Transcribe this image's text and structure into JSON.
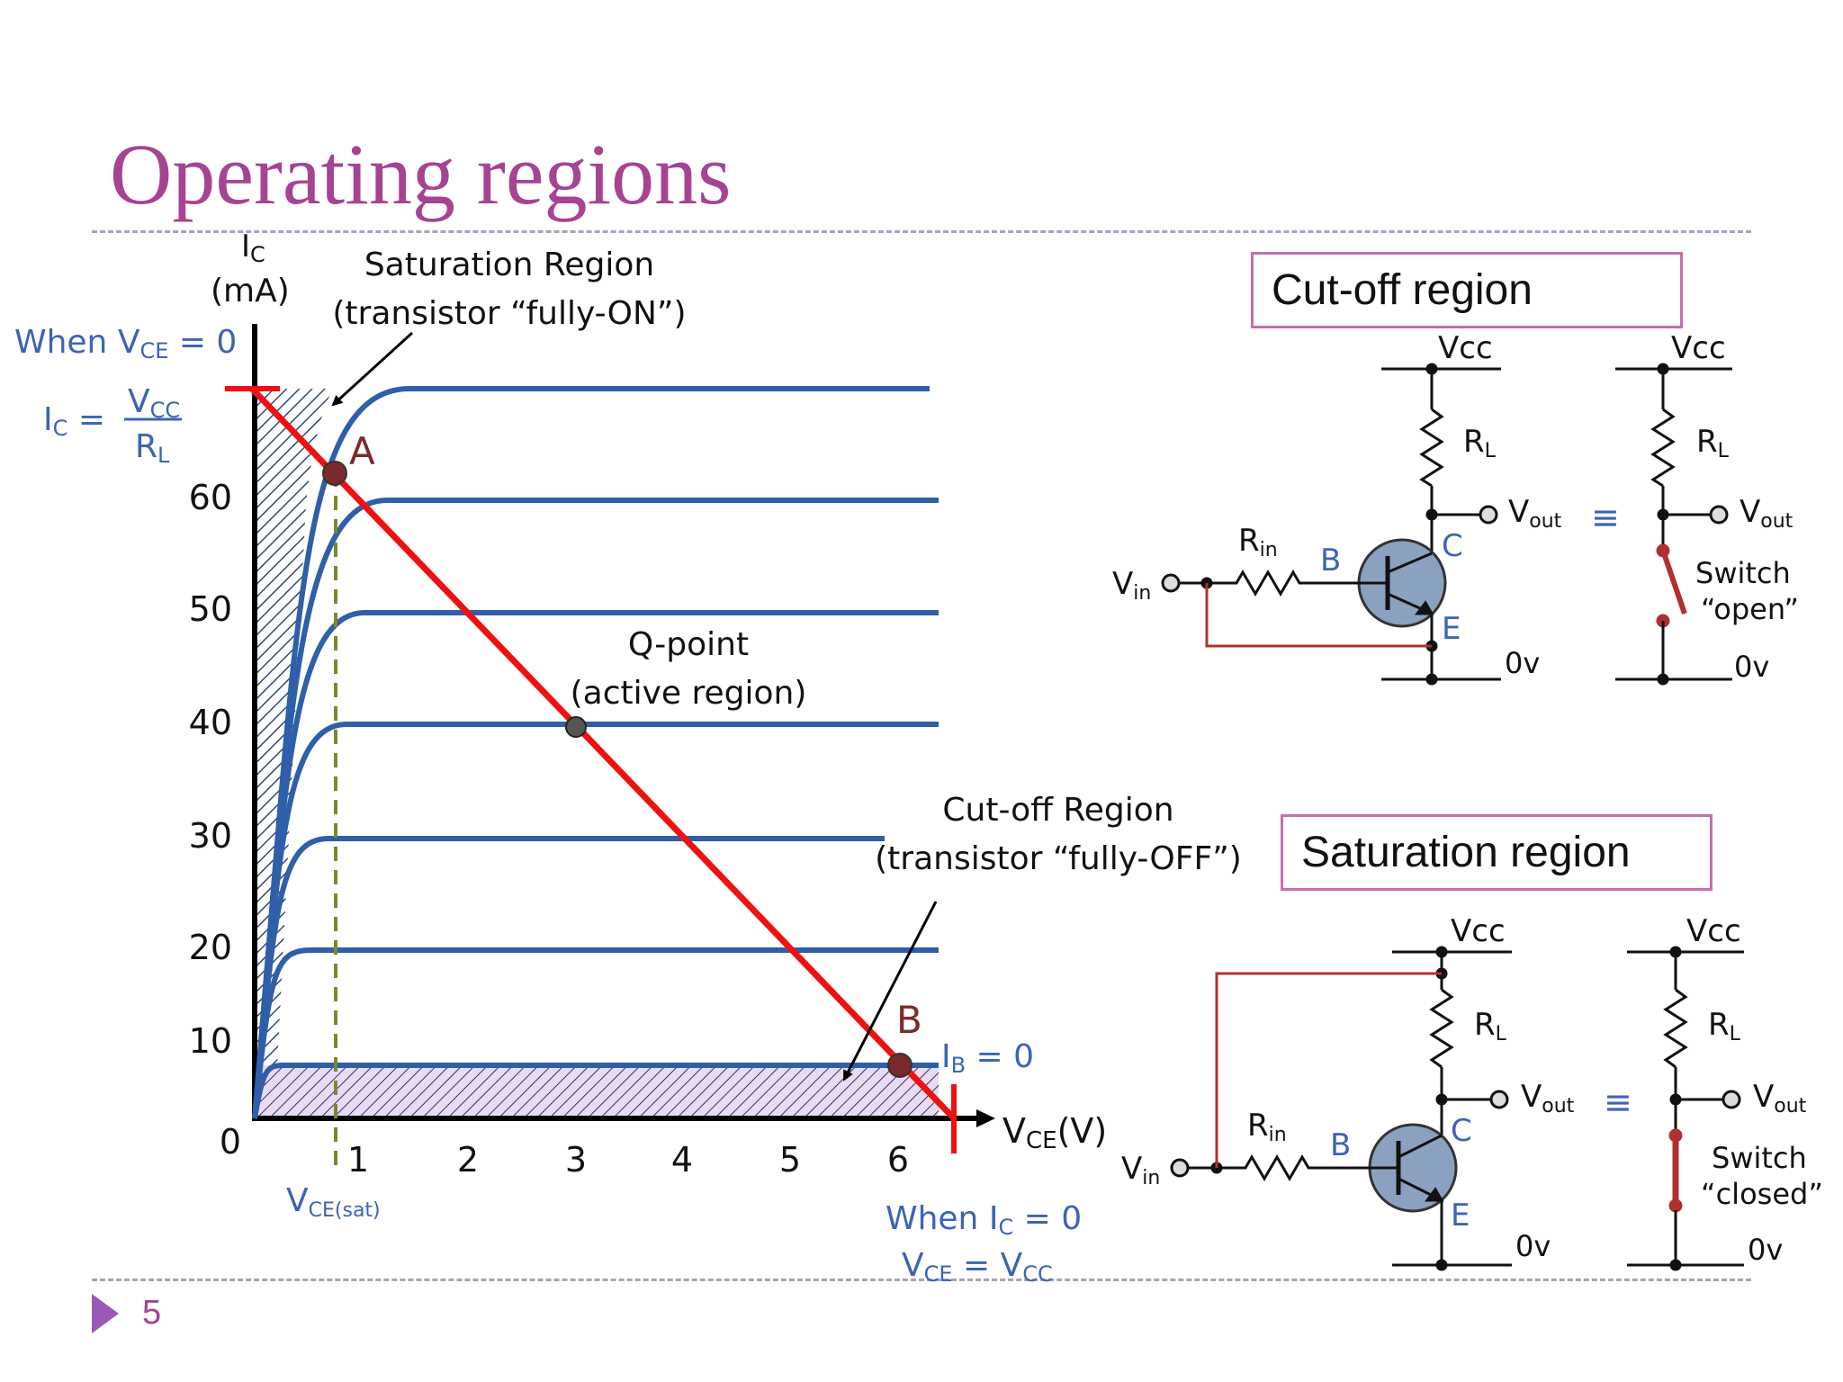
{
  "slide": {
    "title": "Operating regions",
    "number": "5"
  },
  "graph": {
    "y_axis_label": "I",
    "y_axis_sub": "C",
    "y_axis_unit": "(mA)",
    "x_axis_label": "V",
    "x_axis_sub": "CE",
    "x_axis_unit": "(V)",
    "origin": "0",
    "y_ticks": [
      "60",
      "50",
      "40",
      "30",
      "20",
      "10"
    ],
    "x_ticks": [
      "1",
      "2",
      "3",
      "4",
      "5",
      "6"
    ],
    "saturation_region_line1": "Saturation Region",
    "saturation_region_line2": "(transistor “fully-ON”)",
    "qpoint_line1": "Q-point",
    "qpoint_line2": "(active region)",
    "cutoff_region_line1": "Cut-off Region",
    "cutoff_region_line2": "(transistor “fully-OFF”)",
    "point_a": "A",
    "point_b": "B",
    "ib_label": "I",
    "ib_sub": "B",
    "ib_value": " = 0",
    "when_vce_prefix": "When V",
    "when_vce_sub": "CE",
    "when_vce_suffix": " = 0",
    "ic_eq_prefix": "I",
    "ic_eq_sub": "C",
    "ic_eq_suffix": " =",
    "frac_num": "V",
    "frac_num_sub": "CC",
    "frac_den": "R",
    "frac_den_sub": "L",
    "vcesat_main": "V",
    "vcesat_sub": "CE(sat)",
    "when_ic_prefix": "When I",
    "when_ic_sub": "C",
    "when_ic_suffix": " = 0",
    "vce_eq_main": "V",
    "vce_eq_sub": "CE",
    "vce_eq_mid": " = V",
    "vce_eq_sub2": "CC"
  },
  "cutoff_box": {
    "label": "Cut-off region"
  },
  "saturation_box": {
    "label": "Saturation region"
  },
  "circuit": {
    "vcc": "Vcc",
    "rl_main": "R",
    "rl_sub": "L",
    "vout_main": "V",
    "vout_sub": "out",
    "rin_main": "R",
    "rin_sub": "in",
    "vin_main": "V",
    "vin_sub": "in",
    "b": "B",
    "c": "C",
    "e": "E",
    "zero_v": "0v",
    "equiv": "≡",
    "switch_label": "Switch",
    "open": "“open”",
    "closed": "“closed”"
  },
  "colors": {
    "title": "#a64393",
    "curve": "#2e5fa8",
    "load_line": "#ee1111",
    "wire_red": "#b03030",
    "label_blue": "#3d64b4"
  }
}
